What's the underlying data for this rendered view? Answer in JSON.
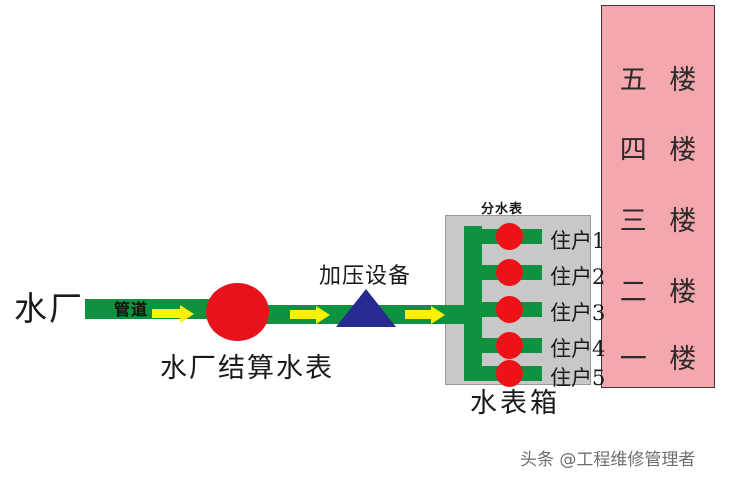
{
  "diagram": {
    "title_labels": {
      "water_plant": "水厂",
      "pipeline": "管道",
      "plant_settlement_meter": "水厂结算水表",
      "booster_equipment": "加压设备",
      "branch_meter": "分水表",
      "meter_box": "水表箱"
    },
    "watermark": "头条 @工程维修管理者",
    "households": [
      {
        "label": "住户1"
      },
      {
        "label": "住户2"
      },
      {
        "label": "住户3"
      },
      {
        "label": "住户4"
      },
      {
        "label": "住户5"
      }
    ],
    "building": {
      "floors": [
        {
          "label": "五 楼"
        },
        {
          "label": "四 楼"
        },
        {
          "label": "三 楼"
        },
        {
          "label": "二 楼"
        },
        {
          "label": "一 楼"
        }
      ]
    },
    "colors": {
      "pipe_green": "#0f9240",
      "meter_red": "#e8121c",
      "arrow_yellow": "#fff200",
      "booster_blue": "#272a8e",
      "meterbox_gray": "#c8c8c8",
      "building_pink": "#f4a8ad",
      "text_dark": "#1a1a1a",
      "watermark_gray": "#6f6f6f",
      "background": "#ffffff"
    }
  }
}
